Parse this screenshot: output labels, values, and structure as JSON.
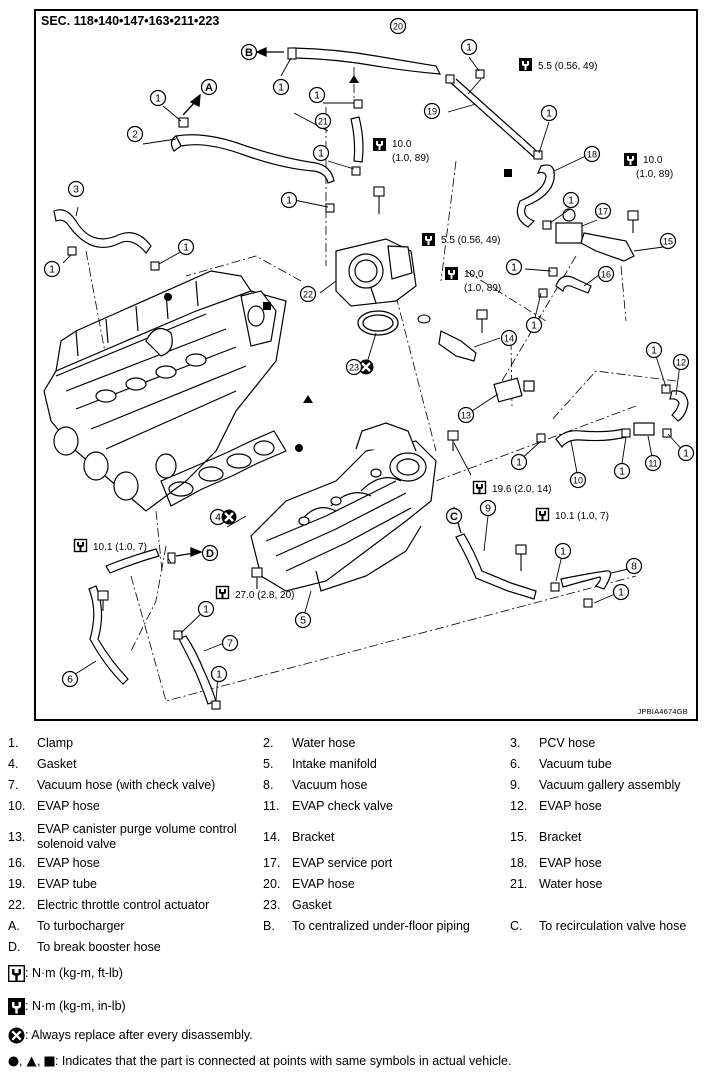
{
  "section_title": "SEC. 118•140•147•163•211•223",
  "figure_code": "JPBIA4674GB",
  "torques": {
    "t1": "5.5 (0.56, 49)",
    "t2a": "10.0",
    "t2b": "(1.0, 89)",
    "t3a": "10.0",
    "t3b": "(1.0, 89)",
    "t4": "5.5 (0.56, 49)",
    "t5a": "10.0",
    "t5b": "(1.0, 89)",
    "t6": "10.1 (1.0, 7)",
    "t7": "19.6 (2.0, 14)",
    "t8": "27.0 (2.8, 20)",
    "t9": "10.1 (1.0, 7)"
  },
  "callouts": {
    "n1": "1",
    "n2": "2",
    "n3": "3",
    "n4": "4",
    "n5": "5",
    "n6": "6",
    "n7": "7",
    "n8": "8",
    "n9": "9",
    "n10": "10",
    "n11": "11",
    "n12": "12",
    "n13": "13",
    "n14": "14",
    "n15": "15",
    "n16": "16",
    "n17": "17",
    "n18": "18",
    "n19": "19",
    "n20": "20",
    "n21": "21",
    "n22": "22",
    "n23": "23",
    "A": "A",
    "B": "B",
    "C": "C",
    "D": "D"
  },
  "legend": [
    [
      {
        "n": "1.",
        "t": "Clamp"
      },
      {
        "n": "2.",
        "t": "Water hose"
      },
      {
        "n": "3.",
        "t": "PCV hose"
      }
    ],
    [
      {
        "n": "4.",
        "t": "Gasket"
      },
      {
        "n": "5.",
        "t": "Intake manifold"
      },
      {
        "n": "6.",
        "t": "Vacuum tube"
      }
    ],
    [
      {
        "n": "7.",
        "t": "Vacuum hose (with check valve)"
      },
      {
        "n": "8.",
        "t": "Vacuum hose"
      },
      {
        "n": "9.",
        "t": "Vacuum gallery assembly"
      }
    ],
    [
      {
        "n": "10.",
        "t": "EVAP hose"
      },
      {
        "n": "11.",
        "t": "EVAP check valve"
      },
      {
        "n": "12.",
        "t": "EVAP hose"
      }
    ],
    [
      {
        "n": "13.",
        "t": "EVAP canister purge volume control solenoid valve"
      },
      {
        "n": "14.",
        "t": "Bracket"
      },
      {
        "n": "15.",
        "t": "Bracket"
      }
    ],
    [
      {
        "n": "16.",
        "t": "EVAP hose"
      },
      {
        "n": "17.",
        "t": "EVAP service port"
      },
      {
        "n": "18.",
        "t": "EVAP hose"
      }
    ],
    [
      {
        "n": "19.",
        "t": "EVAP tube"
      },
      {
        "n": "20.",
        "t": "EVAP hose"
      },
      {
        "n": "21.",
        "t": "Water hose"
      }
    ],
    [
      {
        "n": "22.",
        "t": "Electric throttle control actuator"
      },
      {
        "n": "23.",
        "t": "Gasket"
      },
      {
        "n": "",
        "t": ""
      }
    ],
    [
      {
        "n": "A.",
        "t": "To turbocharger"
      },
      {
        "n": "B.",
        "t": "To centralized under-floor piping"
      },
      {
        "n": "C.",
        "t": "To recirculation valve hose"
      }
    ],
    [
      {
        "n": "D.",
        "t": "To break booster hose"
      },
      {
        "n": "",
        "t": ""
      },
      {
        "n": "",
        "t": ""
      }
    ]
  ],
  "notes": {
    "unit_ftlb": ": N·m (kg-m, ft-lb)",
    "unit_inlb": ": N·m (kg-m, in-lb)",
    "replace": ": Always replace after every disassembly.",
    "symbols_sep": ",",
    "symbols": ": Indicates that the part is connected at points with same symbols in actual vehicle."
  }
}
